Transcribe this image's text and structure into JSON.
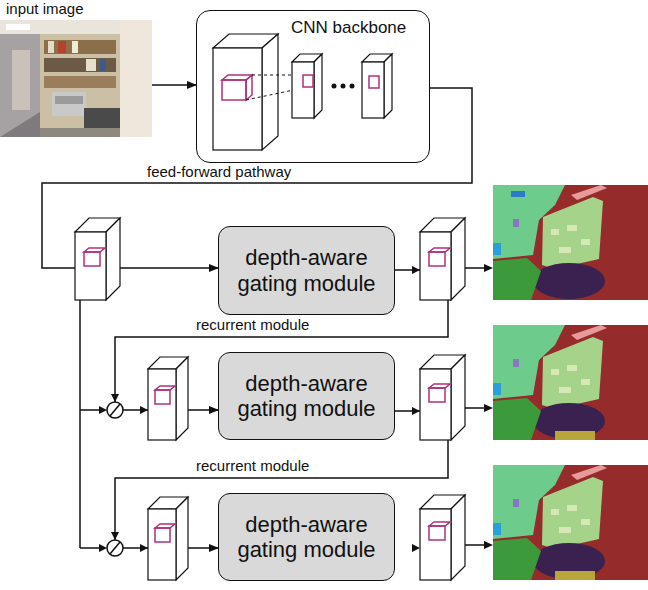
{
  "diagram": {
    "nodes": [
      {
        "text": [
          "input image"
        ]
      },
      {
        "text": [
          "CNN backbone"
        ]
      },
      {
        "text": [
          "depth-aware gating module"
        ]
      },
      {
        "text": [
          "depth-aware gating module"
        ]
      },
      {
        "text": [
          "depth-aware gating module"
        ]
      }
    ],
    "edges": [
      {
        "from": 0,
        "to": 1,
        "arrow": "to"
      },
      {
        "from": 1,
        "to": 2,
        "label": "feed-forward pathway",
        "arrow": "to"
      },
      {
        "from": 2,
        "to": 3,
        "label": "recurrent module",
        "arrow": "to"
      },
      {
        "from": 3,
        "to": 4,
        "label": "recurrent module",
        "arrow": "to"
      }
    ]
  }
}
